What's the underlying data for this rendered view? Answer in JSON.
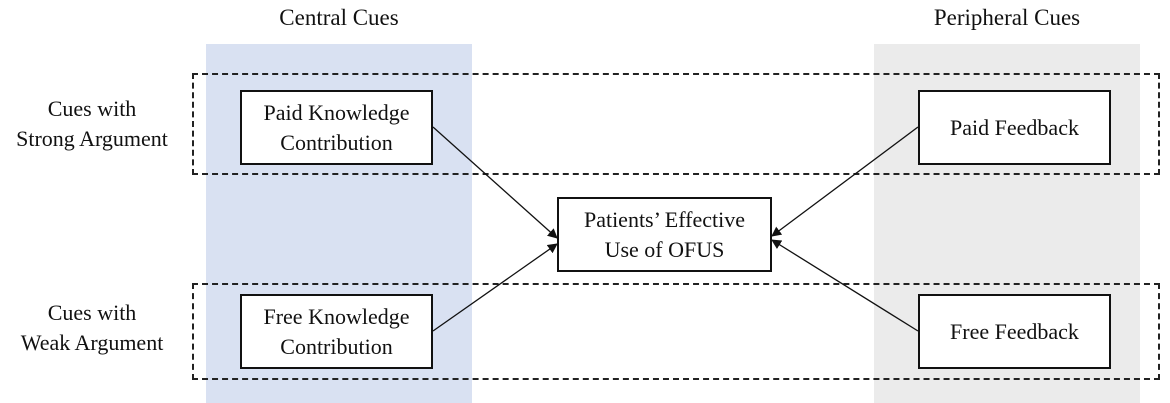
{
  "columns": {
    "central": "Central Cues",
    "peripheral": "Peripheral Cues"
  },
  "rows": {
    "strong": [
      "Cues with",
      "Strong Argument"
    ],
    "weak": [
      "Cues with",
      "Weak Argument"
    ]
  },
  "nodes": {
    "paid_knowledge": [
      "Paid Knowledge",
      "Contribution"
    ],
    "free_knowledge": [
      "Free Knowledge",
      "Contribution"
    ],
    "paid_feedback": "Paid Feedback",
    "free_feedback": "Free Feedback",
    "outcome": [
      "Patients’ Effective",
      "Use of OFUS"
    ]
  },
  "colors": {
    "central_band": "#d9e1f2",
    "peripheral_band": "#ebebeb",
    "line": "#111111"
  }
}
